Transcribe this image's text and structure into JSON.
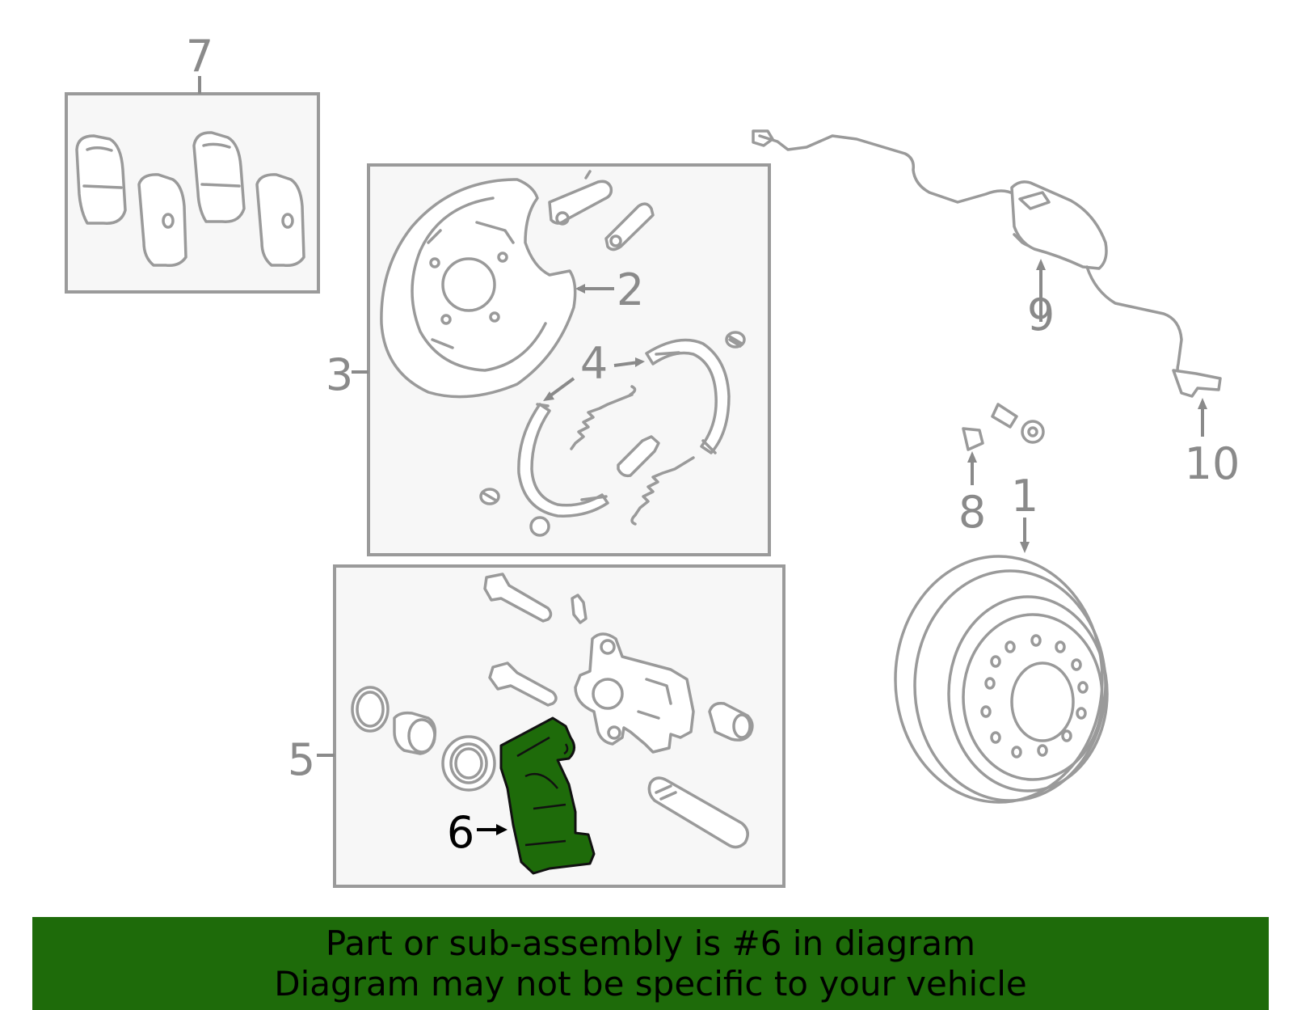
{
  "callouts": {
    "c1": "1",
    "c2": "2",
    "c3": "3",
    "c4": "4",
    "c5": "5",
    "c6": "6",
    "c7": "7",
    "c8": "8",
    "c9": "9",
    "c10": "10"
  },
  "highlight_color": "#1e6b0a",
  "banner": {
    "line1": "Part or sub-assembly is #6 in diagram",
    "line2": "Diagram may not be specific to your vehicle",
    "background": "#1e6b0a"
  }
}
